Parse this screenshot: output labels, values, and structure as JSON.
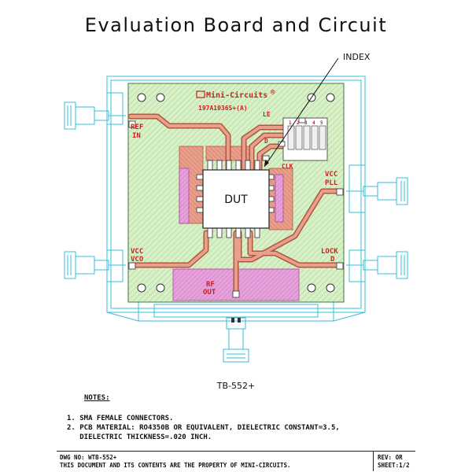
{
  "title": "Evaluation Board and Circuit",
  "index_label": "INDEX",
  "board": {
    "brand": "Mini-Circuits",
    "brand_mark": "®",
    "part_number": "197A1036S+(A)",
    "dut_label": "DUT",
    "label_rf_in": [
      "REF",
      "IN"
    ],
    "label_le": "LE",
    "label_d": "D",
    "label_clk": "CLK",
    "label_vcc_pll": [
      "VCC",
      "PLL"
    ],
    "label_vcc_vco": [
      "VCC",
      "VCO"
    ],
    "label_lock_d": [
      "LOCK",
      "D"
    ],
    "label_rf_out": [
      "RF",
      "OUT"
    ],
    "header_pins": [
      "1",
      "2",
      "3",
      "4",
      "5"
    ]
  },
  "board_label": "TB-552+",
  "notes": {
    "title": "NOTES:",
    "line1": "1. SMA FEMALE CONNECTORS.",
    "line2": "2. PCB MATERIAL: RO4350B OR EQUIVALENT, DIELECTRIC CONSTANT=3.5,",
    "line3": "   DIELECTRIC THICKNESS=.020 INCH."
  },
  "footer": {
    "dwg_no": "DWG NO: WTB-552+",
    "property": "THIS DOCUMENT AND ITS CONTENTS ARE THE PROPERTY OF MINI-CIRCUITS.",
    "rev": "REV: OR",
    "sheet": "SHEET:1/2"
  },
  "colors": {
    "board_fill": "#d8f0c6",
    "outline": "#36c0d8",
    "trace": "#d9836f",
    "pad_pink": "#e6a2da",
    "text_red": "#cc1f1f"
  }
}
